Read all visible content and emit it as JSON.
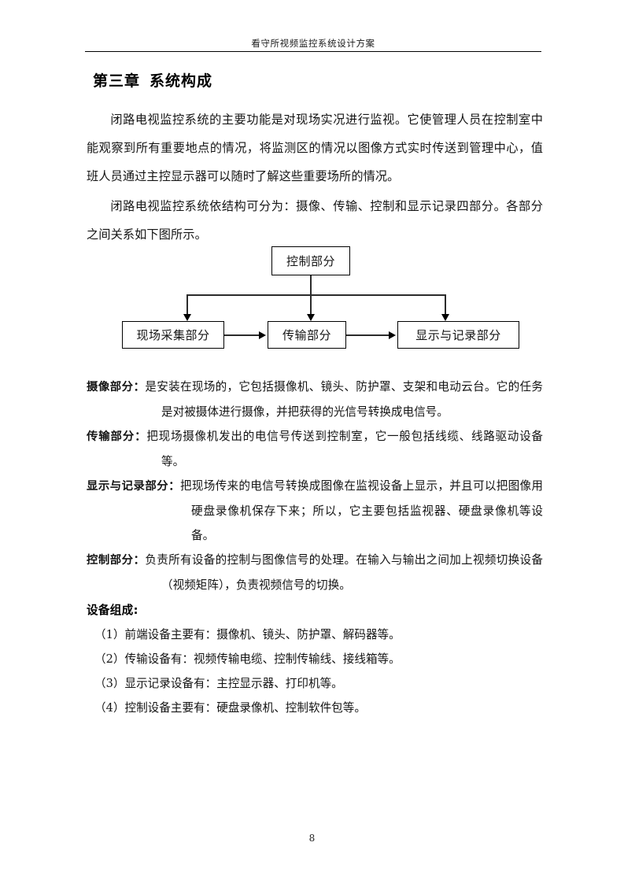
{
  "header": {
    "title": "看守所视频监控系统设计方案"
  },
  "chapter": {
    "number": "第三章",
    "title": "系统构成"
  },
  "paragraphs": [
    "闭路电视监控系统的主要功能是对现场实况进行监视。它使管理人员在控制室中能观察到所有重要地点的情况，将监测区的情况以图像方式实时传送到管理中心，值班人员通过主控显示器可以随时了解这些重要场所的情况。",
    "闭路电视监控系统依结构可分为：摄像、传输、控制和显示记录四部分。各部分之间关系如下图所示。"
  ],
  "flowchart": {
    "control_box": "控制部分",
    "capture_box": "现场采集部分",
    "transmit_box": "传输部分",
    "display_box": "显示与记录部分"
  },
  "definitions": [
    {
      "label": "摄像部分",
      "colon": "：",
      "text": "是安装在现场的，它包括摄像机、镜头、防护罩、支架和电动云台。它的任务是对被摄体进行摄像，并把获得的光信号转换成电信号。"
    },
    {
      "label": "传输部分",
      "colon": "：",
      "text": "把现场摄像机发出的电信号传送到控制室，它一般包括线缆、线路驱动设备等。"
    },
    {
      "label": "显示与记录部分",
      "colon": "：",
      "text": "把现场传来的电信号转换成图像在监视设备上显示，并且可以把图像用硬盘录像机保存下来；所以，它主要包括监视器、硬盘录像机等设备。"
    },
    {
      "label": "控制部分",
      "colon": "：",
      "text": "负责所有设备的控制与图像信号的处理。在输入与输出之间加上视频切换设备（视频矩阵），负责视频信号的切换。"
    }
  ],
  "equipment": {
    "heading": "设备组成:",
    "items": [
      "（1）前端设备主要有：摄像机、镜头、防护罩、解码器等。",
      "（2）传输设备有：视频传输电缆、控制传输线、接线箱等。",
      "（3）显示记录设备有：主控显示器、打印机等。",
      "（4）控制设备主要有：硬盘录像机、控制软件包等。"
    ]
  },
  "footer": {
    "page_number": "8"
  }
}
